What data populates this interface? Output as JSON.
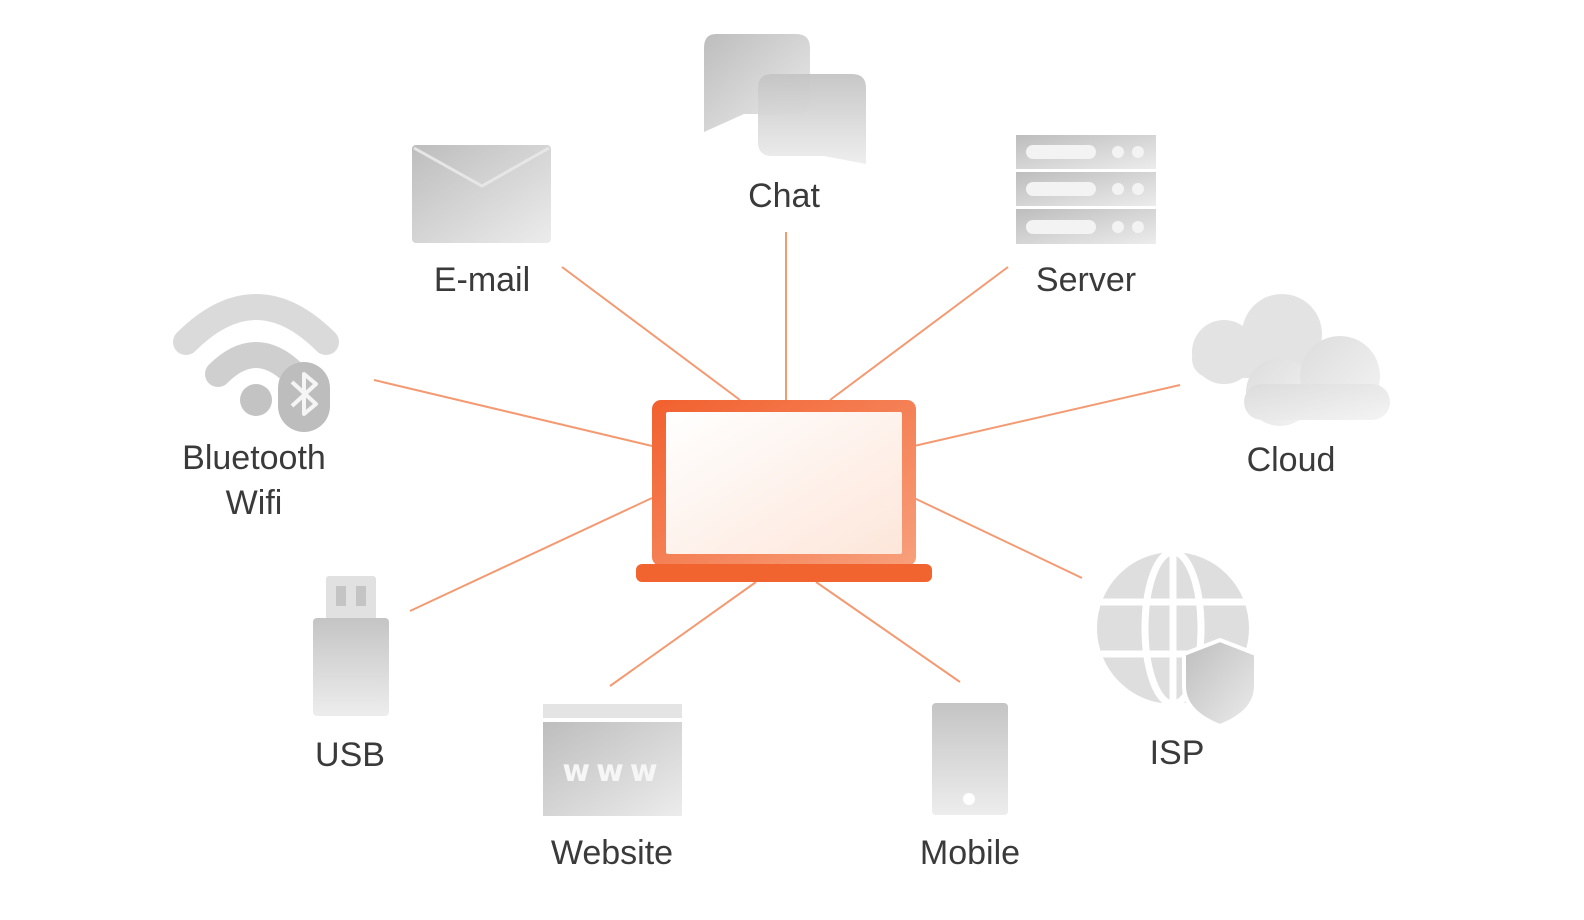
{
  "colors": {
    "accent": "#f26b3a",
    "line": "#f49a72",
    "icon": "#cdcdcd",
    "text": "#3a3a3a"
  },
  "center": {
    "name": "laptop",
    "icon": "laptop-icon"
  },
  "nodes": [
    {
      "id": "chat",
      "label": "Chat",
      "icon": "chat-bubbles-icon"
    },
    {
      "id": "email",
      "label": "E-mail",
      "icon": "envelope-icon"
    },
    {
      "id": "server",
      "label": "Server",
      "icon": "server-rack-icon"
    },
    {
      "id": "bluetooth-wifi",
      "label_lines": [
        "Bluetooth",
        "Wifi"
      ],
      "icon": "wifi-bluetooth-icon"
    },
    {
      "id": "cloud",
      "label": "Cloud",
      "icon": "cloud-icon"
    },
    {
      "id": "usb",
      "label": "USB",
      "icon": "usb-stick-icon"
    },
    {
      "id": "isp",
      "label": "ISP",
      "icon": "globe-shield-icon"
    },
    {
      "id": "website",
      "label": "Website",
      "icon": "browser-www-icon",
      "icon_text": "www"
    },
    {
      "id": "mobile",
      "label": "Mobile",
      "icon": "smartphone-icon"
    }
  ]
}
